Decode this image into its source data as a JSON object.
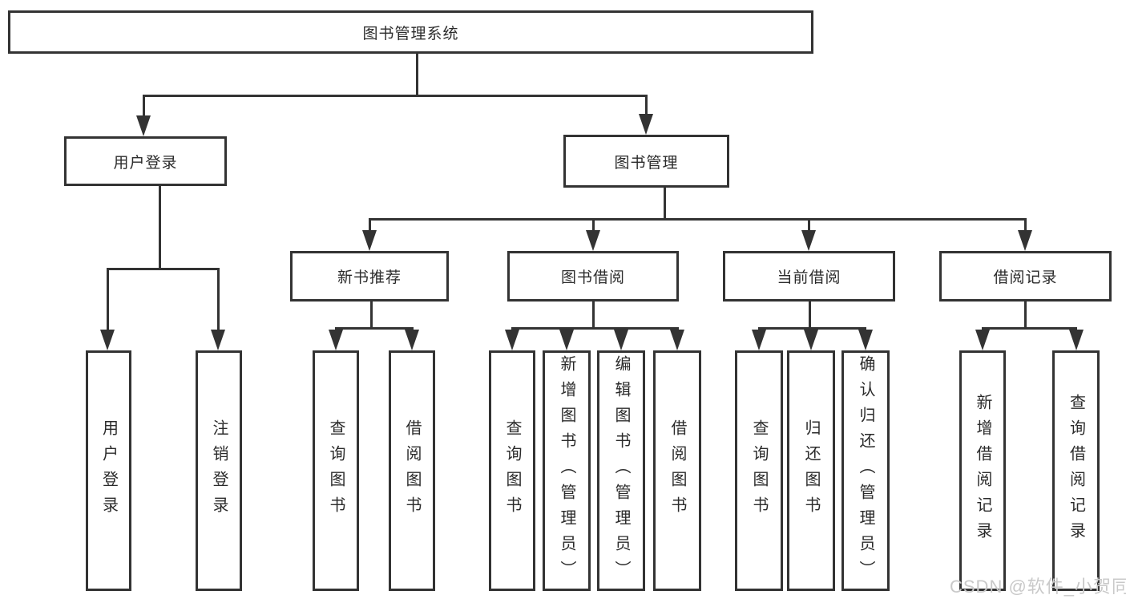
{
  "diagram_type": "hierarchy-tree",
  "colors": {
    "line": "#333333",
    "text": "#2b2b2b",
    "background": "#ffffff",
    "watermark": "#c9c9c9"
  },
  "tree": {
    "root": {
      "label": "图书管理系统",
      "children": [
        {
          "label": "用户登录",
          "children": [
            {
              "label": "用户登录"
            },
            {
              "label": "注销登录"
            }
          ]
        },
        {
          "label": "图书管理",
          "children": [
            {
              "label": "新书推荐",
              "children": [
                {
                  "label": "查询图书"
                },
                {
                  "label": "借阅图书"
                }
              ]
            },
            {
              "label": "图书借阅",
              "children": [
                {
                  "label": "查询图书"
                },
                {
                  "label": "新增图书（管理员）"
                },
                {
                  "label": "编辑图书（管理员）"
                },
                {
                  "label": "借阅图书"
                }
              ]
            },
            {
              "label": "当前借阅",
              "children": [
                {
                  "label": "查询图书"
                },
                {
                  "label": "归还图书"
                },
                {
                  "label": "确认归还（管理员）"
                }
              ]
            },
            {
              "label": "借阅记录",
              "children": [
                {
                  "label": "新增借阅记录"
                },
                {
                  "label": "查询借阅记录"
                }
              ]
            }
          ]
        }
      ]
    }
  },
  "watermark": {
    "text": "CSDN @软件_小贺同学"
  }
}
